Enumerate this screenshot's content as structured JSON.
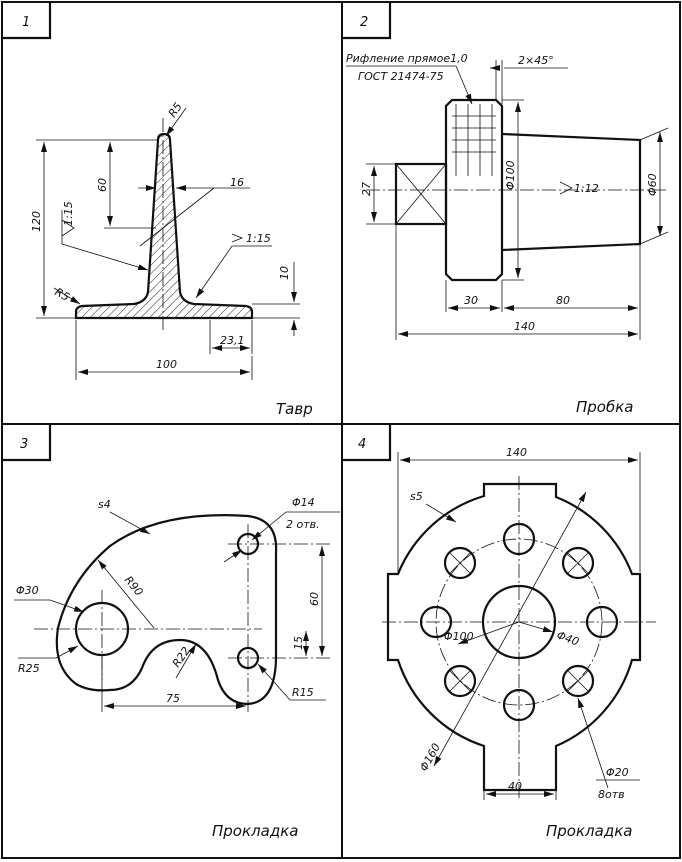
{
  "panels": [
    {
      "number": "1",
      "title": "Тавр"
    },
    {
      "number": "2",
      "title": "Пробка"
    },
    {
      "number": "3",
      "title": "Прокладка"
    },
    {
      "number": "4",
      "title": "Прокладка"
    }
  ],
  "tee": {
    "r5_top": "R5",
    "r5_bottom": "R5",
    "d60": "60",
    "d120": "120",
    "d16": "16",
    "taper_left": "1:15",
    "taper_right": "1:15",
    "d10": "10",
    "d23": "23,1",
    "d100": "100"
  },
  "plug": {
    "note_line1": "Рифление прямое1,0",
    "note_line2": "ГОСТ 21474-75",
    "chamfer": "2×45°",
    "d27": "27",
    "d100": "Φ100",
    "d60": "Φ60",
    "taper": "1:12",
    "d30": "30",
    "d80": "80",
    "d140": "140"
  },
  "gasket3": {
    "thickness": "s4",
    "hole_d": "Φ14",
    "hole_count": "2 отв.",
    "d30": "Φ30",
    "r90": "R90",
    "r25": "R25",
    "r22": "R22",
    "d60": "60",
    "d15": "15",
    "d75": "75",
    "r15": "R15"
  },
  "gasket4": {
    "d140": "140",
    "thickness": "s5",
    "d100": "Φ100",
    "d40": "Φ40",
    "d160": "Φ160",
    "d20": "Φ20",
    "holes": "8отв",
    "d40_bottom": "40"
  }
}
